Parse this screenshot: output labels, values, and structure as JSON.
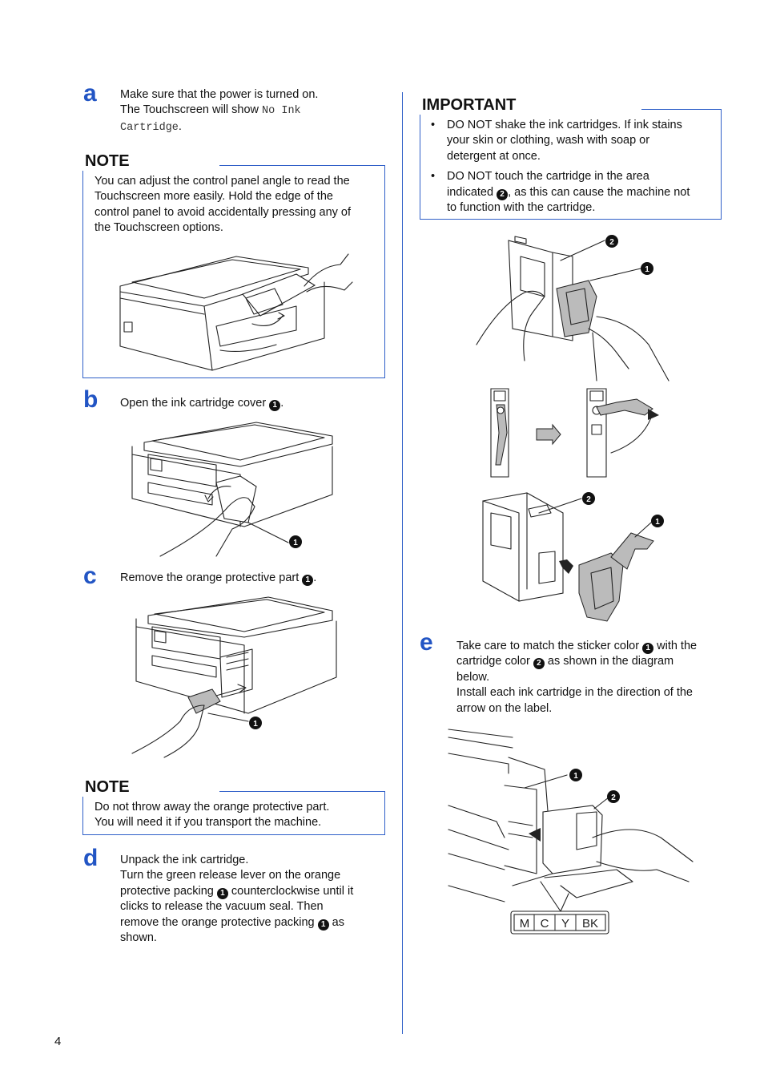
{
  "steps": {
    "a": {
      "letter": "a",
      "line1": "Make sure that the power is turned on.",
      "line2": "The Touchscreen will show ",
      "mono1": "No Ink",
      "mono2": "Cartridge",
      "end": "."
    },
    "b": {
      "letter": "b",
      "text": "Open the ink cartridge cover ",
      "callout": "1",
      "end": "."
    },
    "c": {
      "letter": "c",
      "text": "Remove the orange protective part ",
      "callout": "1",
      "end": "."
    },
    "d": {
      "letter": "d",
      "lines": [
        "Unpack the ink cartridge.",
        "Turn the green release lever on the orange",
        "protective packing ",
        " counterclockwise until it",
        "clicks to release the vacuum seal. Then",
        "remove the orange protective packing ",
        " as",
        "shown."
      ],
      "callout": "1"
    },
    "e": {
      "letter": "e",
      "p1a": "Take care to match the sticker color ",
      "p1b": " with the",
      "p2a": "cartridge color ",
      "p2b": " as shown in the diagram",
      "p3": "below.",
      "p4": "Install each ink cartridge in the direction of the",
      "p5": "arrow on the label.",
      "callout1": "1",
      "callout2": "2"
    }
  },
  "note1": {
    "title": "NOTE",
    "lines": [
      "You can adjust the control panel angle to read the",
      "Touchscreen more easily. Hold the edge of the",
      "control panel to avoid accidentally pressing any of",
      "the Touchscreen options."
    ]
  },
  "note2": {
    "title": "NOTE",
    "lines": [
      "Do not throw away the orange protective part.",
      "You will need it if you transport the machine."
    ]
  },
  "important": {
    "title": "IMPORTANT",
    "bullet": "•",
    "item1": [
      "DO NOT shake the ink cartridges. If ink stains",
      "your skin or clothing, wash with soap or",
      "detergent at once."
    ],
    "item2a": "DO NOT touch the cartridge in the area",
    "item2b": "indicated ",
    "item2c": ", as this can cause the machine not",
    "item2d": "to function with the cartridge.",
    "callout": "2"
  },
  "figures": {
    "fig_d_top": {
      "callout1": "1",
      "callout2": "2"
    },
    "fig_d_bottom": {
      "callout1": "1",
      "callout2": "2"
    },
    "fig_b": {
      "callout": "1"
    },
    "fig_c": {
      "callout": "1"
    },
    "fig_e": {
      "callout1": "1",
      "callout2": "2",
      "labels": [
        "M",
        "C",
        "Y",
        "BK"
      ]
    }
  },
  "page_number": "4",
  "colors": {
    "accent": "#2255c4",
    "rule": "#2f5fc8"
  }
}
